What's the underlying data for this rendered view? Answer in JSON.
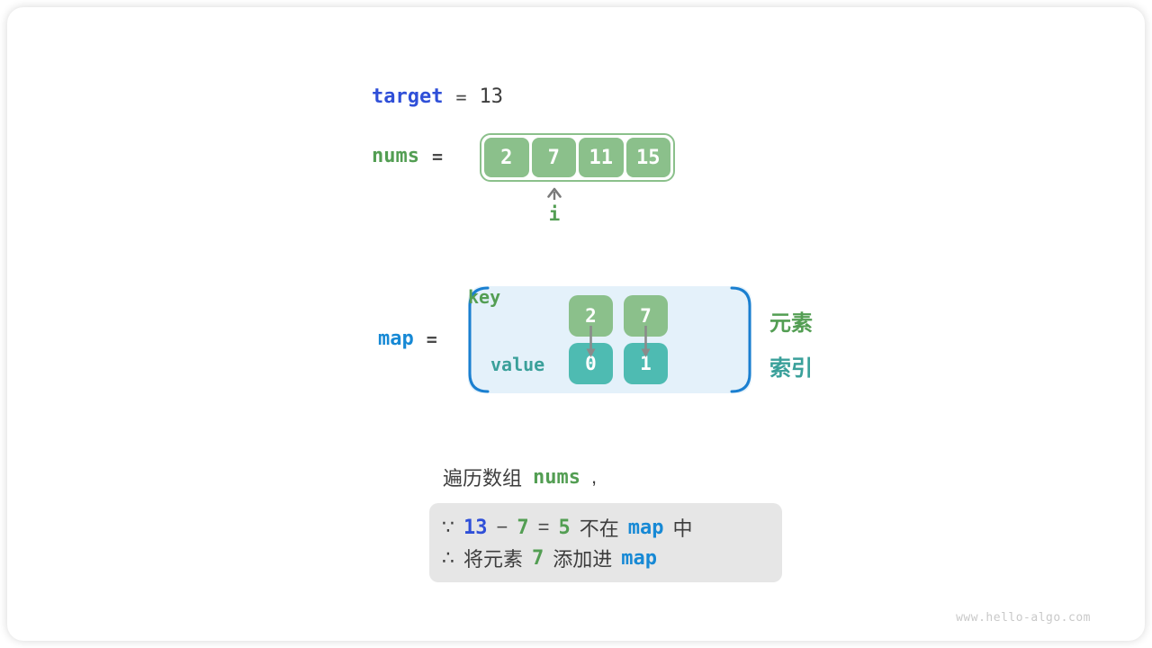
{
  "target_line": {
    "label": "target",
    "equals": "=",
    "value": "13"
  },
  "nums_line": {
    "label": "nums",
    "equals": "="
  },
  "array": {
    "cells": [
      "2",
      "7",
      "11",
      "15"
    ],
    "pointer_label": "i"
  },
  "map_line": {
    "label": "map",
    "equals": "="
  },
  "map": {
    "key_label": "key",
    "value_label": "value",
    "entries": [
      {
        "key": "2",
        "value": "0"
      },
      {
        "key": "7",
        "value": "1"
      }
    ],
    "side_labels": {
      "element": "元素",
      "index": "索引"
    }
  },
  "caption": {
    "prefix": "遍历数组",
    "code": "nums",
    "comma": ","
  },
  "info_box": {
    "line1": {
      "because": "∵",
      "minuend": "13",
      "minus": "−",
      "subtrahend": "7",
      "equals": "=",
      "difference": "5",
      "not_in": "不在",
      "map": "map",
      "suffix": "中"
    },
    "line2": {
      "therefore": "∴",
      "text1": "将元素",
      "value": "7",
      "text2": "添加进",
      "map": "map"
    }
  },
  "watermark": "www.hello-algo.com",
  "colors": {
    "variable_blue": "#2f4fd8",
    "map_blue": "#1789d5",
    "element_green": "#539e53",
    "index_teal": "#3aa09a",
    "cell_green": "#8bc08b",
    "cell_teal": "#4ebbb2"
  }
}
